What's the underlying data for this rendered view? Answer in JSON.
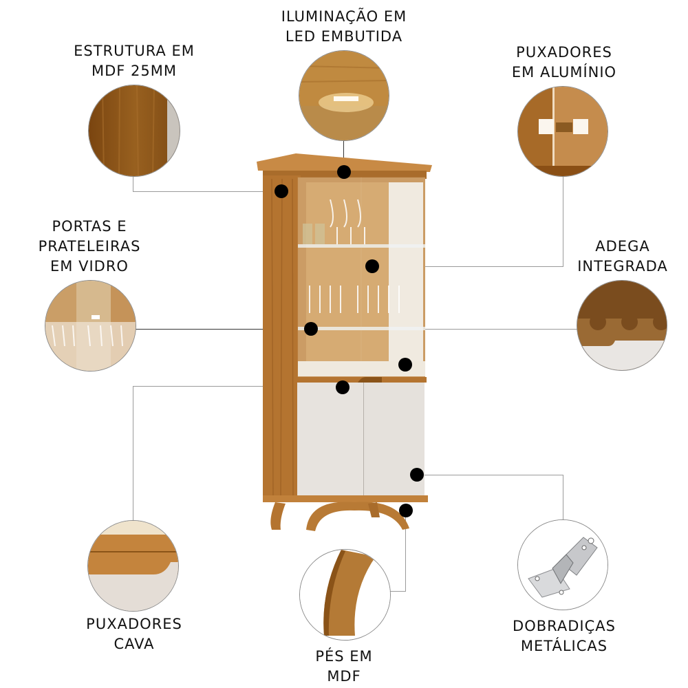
{
  "features": [
    {
      "id": "estrutura",
      "lines": [
        "ESTRUTURA EM",
        "MDF 25MM"
      ]
    },
    {
      "id": "iluminacao",
      "lines": [
        "ILUMINAÇÃO EM",
        "LED EMBUTIDA"
      ]
    },
    {
      "id": "puxadores-aluminio",
      "lines": [
        "PUXADORES",
        "EM ALUMÍNIO"
      ]
    },
    {
      "id": "portas-vidro",
      "lines": [
        "PORTAS E",
        "PRATELEIRAS",
        "EM VIDRO"
      ]
    },
    {
      "id": "adega",
      "lines": [
        "ADEGA",
        "INTEGRADA"
      ]
    },
    {
      "id": "puxadores-cava",
      "lines": [
        "PUXADORES",
        "CAVA"
      ]
    },
    {
      "id": "pes",
      "lines": [
        "PÉS EM",
        "MDF"
      ]
    },
    {
      "id": "dobradicas",
      "lines": [
        "DOBRADIÇAS",
        "METÁLICAS"
      ]
    }
  ],
  "colors": {
    "wood": "#b87a35",
    "wood_dark": "#8a5318",
    "white_panel": "#e7e3de",
    "marker": "#000000",
    "connector": "#9a9a9a"
  }
}
